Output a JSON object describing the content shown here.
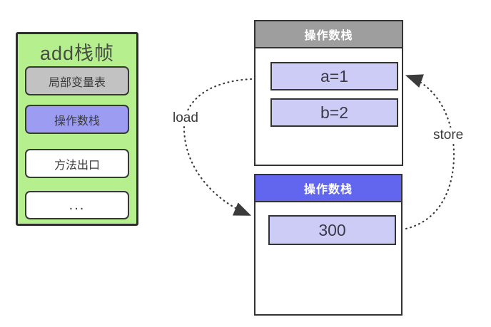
{
  "left_panel": {
    "title": "add栈帧",
    "items": [
      {
        "label": "局部变量表",
        "variant": "gray",
        "bg": "#c2c2c2"
      },
      {
        "label": "操作数栈",
        "variant": "purple",
        "bg": "#9b9cf2"
      },
      {
        "label": "方法出口",
        "variant": "white",
        "bg": "#ffffff"
      },
      {
        "label": "...",
        "variant": "white",
        "bg": "#ffffff"
      }
    ],
    "bg": "#b6ef8d",
    "border": "#2e2e2e"
  },
  "frames": [
    {
      "header": "操作数栈",
      "header_bg": "#9e9e9e",
      "slots": [
        "a=1",
        "b=2"
      ],
      "slot_bg": "#ccccf6"
    },
    {
      "header": "操作数栈",
      "header_bg": "#6266ef",
      "slots": [
        "300"
      ],
      "slot_bg": "#ccccf6"
    }
  ],
  "arrows": [
    {
      "label": "load",
      "from": "top-frame-left",
      "to": "bottom-frame-left"
    },
    {
      "label": "store",
      "from": "bottom-frame-right",
      "to": "top-frame-right"
    }
  ],
  "colors": {
    "border_dark": "#333333",
    "text_dark": "#3a3a3a",
    "arrow": "#3b3b3b",
    "canvas_bg": "#ffffff"
  }
}
